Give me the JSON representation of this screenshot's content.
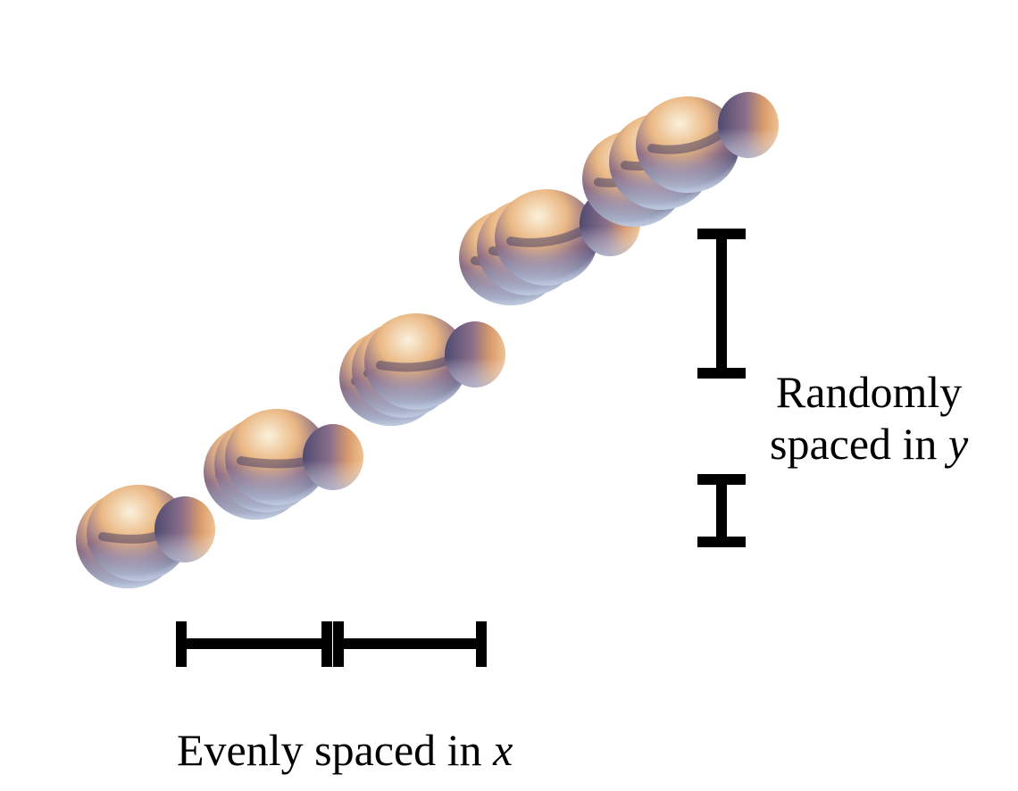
{
  "labels": {
    "y_line1": "Randomly",
    "y_line2": "spaced in",
    "y_var": "y",
    "x_line": "Evenly spaced in",
    "x_var": "x"
  },
  "colors": {
    "shell_light": "#f7e4c4",
    "shell_orange": "#e0a06e",
    "shell_purple": "#66577f",
    "shell_blue": "#c9d7ea",
    "bar": "#000000"
  },
  "diagram": {
    "shell_groups": [
      {
        "group": 1,
        "count": 2
      },
      {
        "group": 2,
        "count": 3
      },
      {
        "group": 3,
        "count": 3
      },
      {
        "group": 4,
        "count": 3
      },
      {
        "group": 5,
        "count": 3
      }
    ]
  }
}
